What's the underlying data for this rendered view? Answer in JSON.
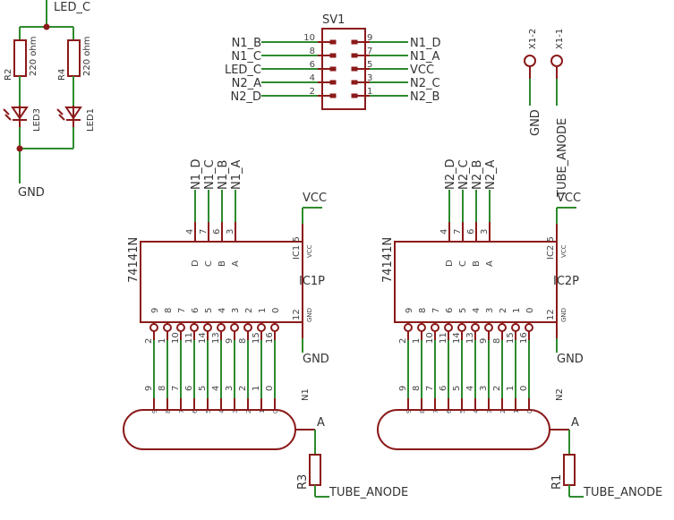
{
  "colors": {
    "symbol": "#8b1a1a",
    "wire": "#2e8b2e",
    "text": "#333333",
    "background": "#ffffff"
  },
  "left": {
    "led_c": "LED_C",
    "gnd": "GND",
    "r2": {
      "name": "R2",
      "value": "220 ohm"
    },
    "r4": {
      "name": "R4",
      "value": "220 ohm"
    },
    "led3": "LED3",
    "led1": "LED1"
  },
  "sv1": {
    "name": "SV1",
    "left_nets": [
      "N1_B",
      "N1_C",
      "LED_C",
      "N2_A",
      "N2_D"
    ],
    "left_pins": [
      "10",
      "8",
      "6",
      "4",
      "2"
    ],
    "right_pins": [
      "9",
      "7",
      "5",
      "3",
      "1"
    ],
    "right_nets": [
      "N1_D",
      "N1_A",
      "VCC",
      "N2_C",
      "N2_B"
    ]
  },
  "x1": {
    "pin2": "X1-2",
    "pin1": "X1-1",
    "gnd": "GND",
    "anode": "TUBE_ANODE"
  },
  "ics": [
    {
      "name": "IC1P",
      "part": "74141N",
      "gate": "IC1",
      "vcc": "VCC",
      "gnd": "GND",
      "in_nets": [
        "N1_D",
        "N1_C",
        "N1_B",
        "N1_A"
      ],
      "in_pins": [
        "4",
        "7",
        "6",
        "3"
      ],
      "in_labels": [
        "D",
        "C",
        "B",
        "A"
      ],
      "vcc_pin": "5",
      "vcc_small": "VCC",
      "gnd_pin": "12",
      "gnd_small": "GND",
      "out_labels": [
        "9",
        "8",
        "7",
        "6",
        "5",
        "4",
        "3",
        "2",
        "1",
        "0"
      ],
      "out_pins": [
        "2",
        "1",
        "10",
        "11",
        "14",
        "13",
        "9",
        "8",
        "15",
        "16"
      ],
      "tube": "N1",
      "tube_pins": [
        "9",
        "8",
        "7",
        "6",
        "5",
        "4",
        "3",
        "2",
        "1",
        "0"
      ],
      "tube_nums": [
        "9",
        "8",
        "7",
        "6",
        "5",
        "4",
        "3",
        "2",
        "1",
        "0"
      ],
      "anode": "A",
      "resistor": "R3",
      "res_net": "TUBE_ANODE"
    },
    {
      "name": "IC2P",
      "part": "74141N",
      "gate": "IC2",
      "vcc": "VCC",
      "gnd": "GND",
      "in_nets": [
        "N2_D",
        "N2_C",
        "N2_B",
        "N2_A"
      ],
      "in_pins": [
        "4",
        "7",
        "6",
        "3"
      ],
      "in_labels": [
        "D",
        "C",
        "B",
        "A"
      ],
      "vcc_pin": "5",
      "vcc_small": "VCC",
      "gnd_pin": "12",
      "gnd_small": "GND",
      "out_labels": [
        "9",
        "8",
        "7",
        "6",
        "5",
        "4",
        "3",
        "2",
        "1",
        "0"
      ],
      "out_pins": [
        "2",
        "1",
        "10",
        "11",
        "14",
        "13",
        "9",
        "8",
        "15",
        "16"
      ],
      "tube": "N2",
      "tube_pins": [
        "9",
        "8",
        "7",
        "6",
        "5",
        "4",
        "3",
        "2",
        "1",
        "0"
      ],
      "tube_nums": [
        "9",
        "8",
        "7",
        "6",
        "5",
        "4",
        "3",
        "2",
        "1",
        "0"
      ],
      "anode": "A",
      "resistor": "R1",
      "res_net": "TUBE_ANODE"
    }
  ]
}
